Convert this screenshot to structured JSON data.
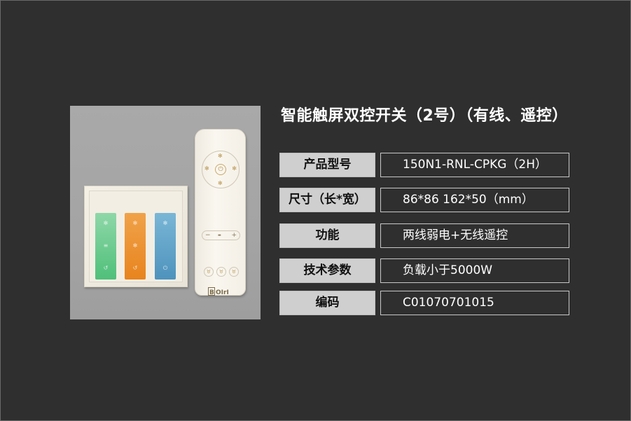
{
  "title": "智能触屏双控开关（2号）（有线、遥控）",
  "specs": [
    {
      "label": "产品型号",
      "value": "150N1-RNL-CPKG（2H）"
    },
    {
      "label": "尺寸（长*宽）",
      "value": "86*86  162*50（mm）"
    },
    {
      "label": "功能",
      "value": "两线弱电+无线遥控"
    },
    {
      "label": "技术参数",
      "value": "负载小于5000W"
    },
    {
      "label": "编码",
      "value": "C01070701015"
    }
  ],
  "photo": {
    "remote_logo": "BOIrI"
  },
  "colors": {
    "background": "#2f2f2f",
    "label_bg": "#cfcfcf",
    "key_green": "#5cc884",
    "key_orange": "#ea8b27",
    "key_blue": "#5a9cc4"
  }
}
